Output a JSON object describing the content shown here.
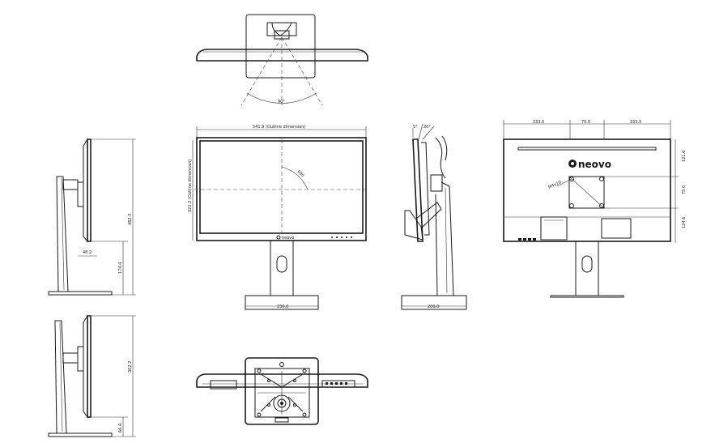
{
  "dimensions": {
    "top_swivel_angle": "90°",
    "front_width": "541.9 (Outline dimension)",
    "front_height": "322.2 (Outline dimension)",
    "front_diagonal": "600",
    "front_base_width": "230.0",
    "tilt_back": "5°",
    "tilt_forward": "20°",
    "side_base_width": "200.0",
    "rear_left": "233.5",
    "rear_center": "75.0",
    "rear_right": "233.5",
    "rear_upper_height": "121.6",
    "vesa_pitch": "75.0",
    "rear_lower_height": "124.6",
    "vesa_label": "M4x10",
    "side_max_height": "482.3",
    "side_min_height": "174.4",
    "side_offset": "48.2",
    "side2_height": "362.2",
    "side2_min_height": "66.4"
  },
  "brand": {
    "logo_text": "neovo",
    "logo_small": "neovo"
  }
}
